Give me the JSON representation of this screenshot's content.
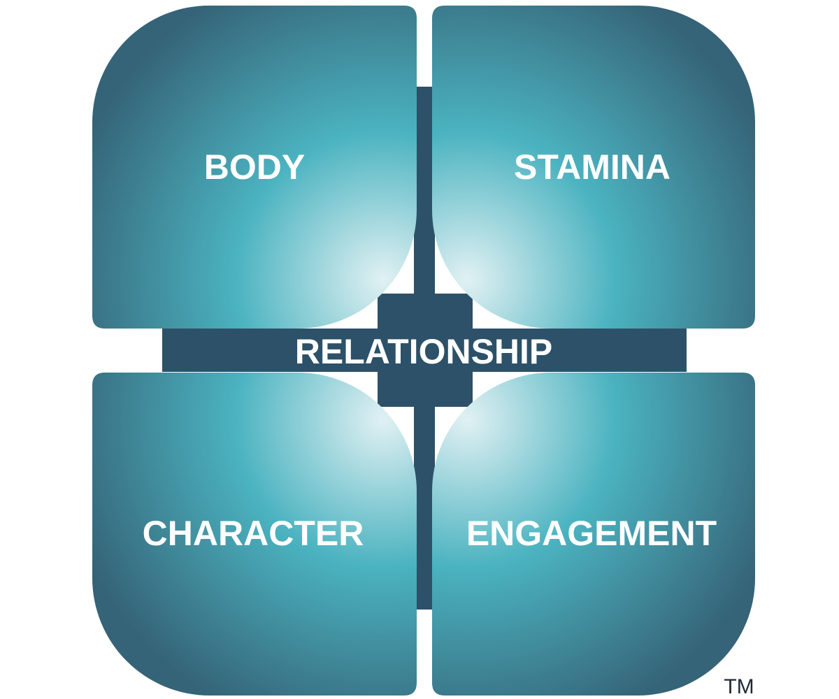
{
  "quadrants": {
    "top_left": {
      "label": "BODY"
    },
    "top_right": {
      "label": "STAMINA"
    },
    "bottom_left": {
      "label": "CHARACTER"
    },
    "bottom_right": {
      "label": "ENGAGEMENT"
    }
  },
  "center": {
    "label": "RELATIONSHIP"
  },
  "trademark": "TM",
  "colors": {
    "dark_navy": "#2c5168",
    "edge_teal": "#356377",
    "mid_teal": "#4bb3c0",
    "light_center": "#e1f1f3",
    "tm_text": "#1f2a33"
  }
}
